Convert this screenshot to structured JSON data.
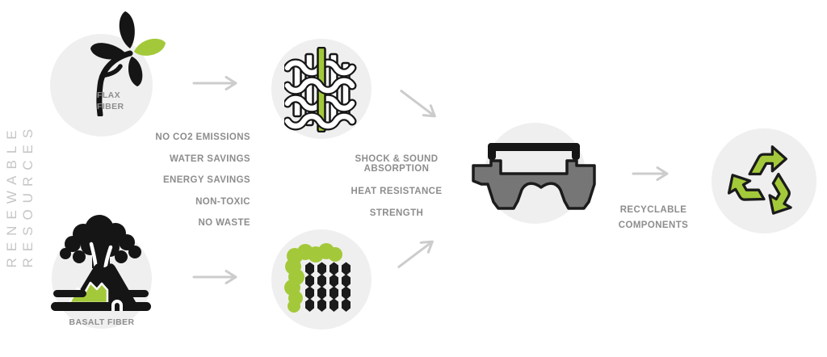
{
  "side_label": {
    "text": "RENEWABLE RESOURCES"
  },
  "nodes": {
    "flax": {
      "label_line1": "FLAX",
      "label_line2": "FIBER",
      "icon": "flax-flower-icon"
    },
    "basalt": {
      "label": "BASALT FIBER",
      "icon": "volcano-icon"
    },
    "weave": {
      "icon": "woven-fabric-icon"
    },
    "mat": {
      "icon": "fiber-mat-icon"
    },
    "car": {
      "icon": "car-component-icon"
    },
    "recycle": {
      "icon": "recycling-arrows-icon"
    }
  },
  "benefits": {
    "items": [
      "NO CO2 EMISSIONS",
      "WATER SAVINGS",
      "ENERGY SAVINGS",
      "NON-TOXIC",
      "NO WASTE"
    ]
  },
  "properties": {
    "items": [
      "SHOCK & SOUND ABSORPTION",
      "HEAT RESISTANCE",
      "STRENGTH"
    ]
  },
  "output": {
    "line1": "RECYCLABLE",
    "line2": "COMPONENTS"
  },
  "colors": {
    "accent_green": "#a3c93a",
    "circle_bg": "#efefef",
    "text_gray": "#8d8d8d",
    "side_label_gray": "#c6c6c6",
    "arrow_gray": "#cccccc",
    "icon_black": "#151515",
    "car_gray": "#767676"
  }
}
